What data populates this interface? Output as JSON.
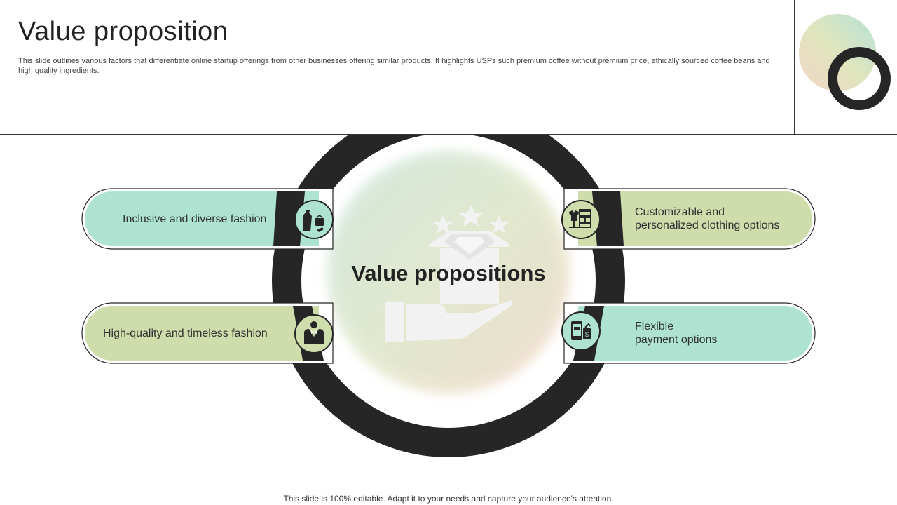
{
  "header": {
    "title": "Value proposition",
    "description": "This slide outlines various factors that differentiate online startup offerings from other businesses offering similar products. It highlights USPs such premium coffee without premium price, ethically sourced coffee beans and high quality ingredients."
  },
  "diagram": {
    "center_title": "Value propositions",
    "items": [
      {
        "label": "Inclusive  and diverse fashion",
        "icon": "clothing-bag-icon"
      },
      {
        "label": "High-quality  and timeless fashion",
        "icon": "tuxedo-icon"
      },
      {
        "label": "Customizable and personalized clothing options",
        "line1": "Customizable and",
        "line2": "personalized clothing options",
        "icon": "clothing-store-icon"
      },
      {
        "label": "Flexible payment options",
        "line1": "Flexible",
        "line2": "payment options",
        "icon": "mobile-payment-icon"
      }
    ]
  },
  "footer": {
    "note": "This slide is 100% editable. Adapt it to your needs and capture your audience's attention."
  },
  "colors": {
    "mint": "#aee3d2",
    "sage": "#cfdcab",
    "ring": "#262626",
    "icon_fill": "#d7e2bd"
  }
}
